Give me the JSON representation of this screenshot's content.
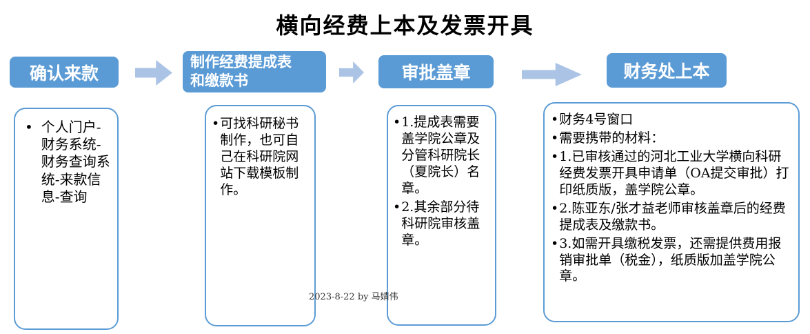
{
  "title": "横向经费上本及发票开具",
  "bullet": "•",
  "colors": {
    "header_bg": "#5B9BD5",
    "arrow": "#ABC4E6",
    "box_border": "#5B9BD5"
  },
  "flow": {
    "steps": [
      {
        "label": "确认来款",
        "details": [
          "个人门户-财务系统-财务查询系统-来款信息-查询"
        ]
      },
      {
        "label": "制作经费提成表和缴款书",
        "details": [
          "可找科研秘书制作，也可自己在科研院网站下载模板制作。"
        ]
      },
      {
        "label": "审批盖章",
        "details": [
          "1.提成表需要盖学院公章及分管科研院长（夏院长）名章。",
          "2.其余部分待科研院审核盖章。"
        ]
      },
      {
        "label": "财务处上本",
        "details": [
          "财务4号窗口",
          "需要携带的材料：",
          "1.已审核通过的河北工业大学横向科研经费发票开具申请单（OA提交审批）打印纸质版，盖学院公章。",
          "2.陈亚东/张才益老师审核盖章后的经费提成表及缴款书。",
          "3.如需开具缴税发票，还需提供费用报销审批单（税金），纸质版加盖学院公章。"
        ]
      }
    ]
  },
  "footer": {
    "credit": "2023-8-22  by 马婧伟"
  }
}
